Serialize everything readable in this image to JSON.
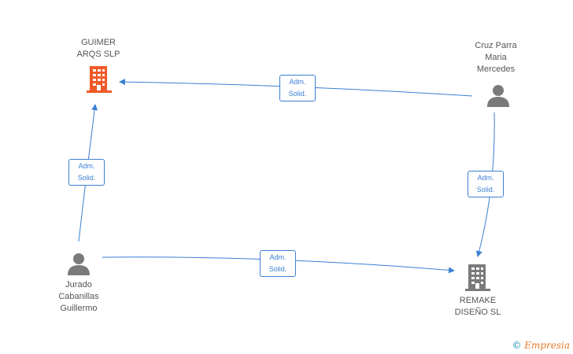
{
  "colors": {
    "edge": "#3b7fd4",
    "company_main": "#f05a28",
    "company_other": "#7a7a7a",
    "person": "#7a7a7a",
    "text": "#555555"
  },
  "nodes": {
    "guimer": {
      "label": "GUIMER\nARQS SLP",
      "icon": "building-icon"
    },
    "cruz": {
      "label": "Cruz Parra\nMaria\nMercedes",
      "icon": "person-icon"
    },
    "jurado": {
      "label": "Jurado\nCabanillas\nGuillermo",
      "icon": "person-icon"
    },
    "remake": {
      "label": "REMAKE\nDISEÑO SL",
      "icon": "building-icon"
    }
  },
  "edges": [
    {
      "from": "cruz",
      "to": "guimer",
      "label": "Adm.\nSolid."
    },
    {
      "from": "jurado",
      "to": "guimer",
      "label": "Adm.\nSolid."
    },
    {
      "from": "cruz",
      "to": "remake",
      "label": "Adm.\nSolid."
    },
    {
      "from": "jurado",
      "to": "remake",
      "label": "Adm.\nSolid."
    }
  ],
  "credit": {
    "symbol": "©",
    "brand": "Empresia"
  }
}
